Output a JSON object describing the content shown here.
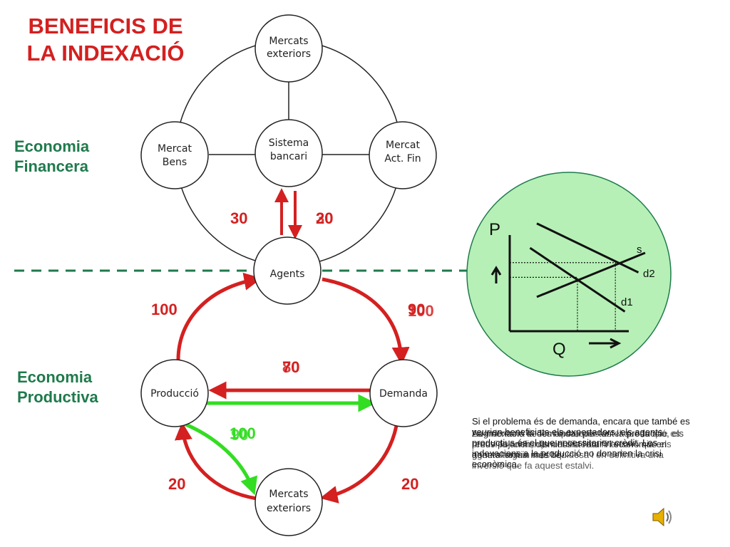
{
  "title": "BENEFICIS DE LA INDEXACIÓ",
  "sections": {
    "financial": "Economia Financera",
    "productive": "Economia Productiva"
  },
  "nodes": {
    "mercats_exteriors_top": [
      "Mercats",
      "exteriors"
    ],
    "sistema_bancari": [
      "Sistema",
      "bancari"
    ],
    "mercat_bens": [
      "Mercat",
      "Bens"
    ],
    "mercat_act_fin": [
      "Mercat",
      "Act. Fin"
    ],
    "agents": "Agents",
    "produccio": "Producció",
    "demanda": "Demanda",
    "mercats_exteriors_bottom": [
      "Mercats",
      "exteriors"
    ]
  },
  "flows": {
    "left_bank_up": "30",
    "right_bank_down_a": "20",
    "right_bank_down_b": "30",
    "produccio_to_agents": "100",
    "agents_to_demanda_a": "90",
    "agents_to_demanda_b": "100",
    "demanda_to_produccio_a": "70",
    "demanda_to_produccio_b": "80",
    "produccio_to_exteriors_a": "100",
    "produccio_to_exteriors_b": "90",
    "exteriors_to_produccio": "20",
    "demanda_to_exteriors": "20"
  },
  "colors": {
    "red": "#d42020",
    "green": "#33dd22",
    "section_green": "#1f7a4c",
    "chart_fill": "#b6f0b6"
  },
  "chart_data": {
    "type": "line",
    "title": "",
    "xlabel": "Q",
    "ylabel": "P",
    "series": [
      {
        "name": "s",
        "x": [
          0.2,
          1.0
        ],
        "y": [
          0.35,
          0.8
        ]
      },
      {
        "name": "d2",
        "x": [
          0.2,
          0.95
        ],
        "y": [
          1.1,
          0.6
        ]
      },
      {
        "name": "d1",
        "x": [
          0.15,
          0.85
        ],
        "y": [
          0.85,
          0.2
        ]
      }
    ],
    "equilibria": [
      {
        "label": "d2",
        "q": 0.78,
        "p": 0.7
      },
      {
        "label": "d1",
        "q": 0.5,
        "p": 0.55
      }
    ],
    "xlim": [
      0,
      1.0
    ],
    "ylim": [
      0,
      1.2
    ],
    "grid": false
  },
  "notes": {
    "note_1": "Si el problema és de demanda, encara que també es veurien beneficiats els exportadors, els agents productius és el que necessitarien crèdit. Les indexacions a la producció no donarien la crisi econòmica.",
    "note_2": "Augmentaria la demanda i per tant la producció, els preus pujarien, disminuiria l'atur i l'economia en general aniria més bé.",
    "note_3": "La indexació de les hipoteques és el que fa que es renovi la confiança del sistema financer i que els agents tinguin més liquidesa i en definitiva una inversió que fa aquest estalvi."
  }
}
